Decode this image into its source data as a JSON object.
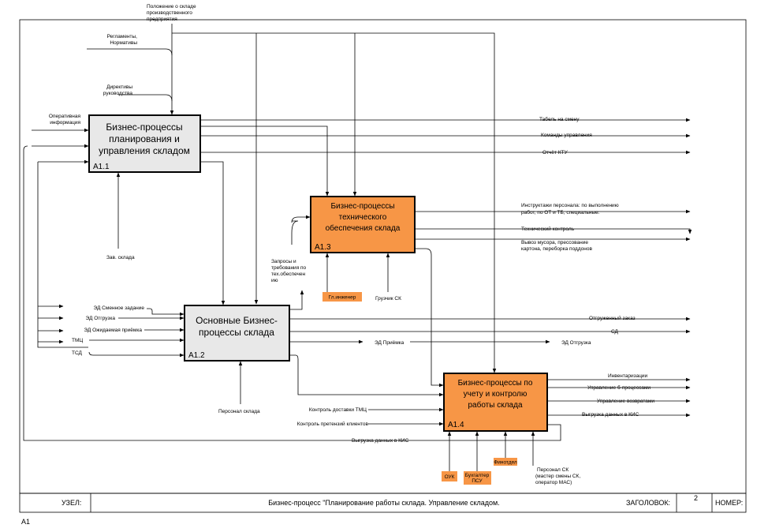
{
  "title_block": {
    "node_label": "УЗЕЛ:",
    "title": "Бизнес-процесс \"Планирование работы склада. Управление складом.",
    "heading_label": "ЗАГОЛОВОК:",
    "page_number": "2",
    "number_label": "НОМЕР:",
    "diagram_id": "A1"
  },
  "boxes": {
    "a11": {
      "lines": [
        "Бизнес-процессы",
        "планирования и",
        "управления складом"
      ],
      "code": "A1.1",
      "fill": "#e8e8e8"
    },
    "a12": {
      "lines": [
        "Основные Бизнес-",
        "процессы склада"
      ],
      "code": "A1.2",
      "fill": "#e8e8e8"
    },
    "a13": {
      "lines": [
        "Бизнес-процессы",
        "технического",
        "обеспечения склада"
      ],
      "code": "A1.3",
      "fill": "#f79646"
    },
    "a14": {
      "lines": [
        "Бизнес-процессы по",
        "учету и контролю",
        "работы склада"
      ],
      "code": "A1.4",
      "fill": "#f79646"
    }
  },
  "mechanisms": {
    "chief_engineer": "Гл.инженер",
    "ouk": "ОУК",
    "accountant": [
      "Бухгалтер",
      "ПСУ"
    ],
    "finance": "Финотдел"
  },
  "labels": {
    "warehouse_regulation": [
      "Положение о складе",
      "производственного",
      "предприятия"
    ],
    "regulations": [
      "Регламенты,",
      "Нормативы"
    ],
    "directives": [
      "Директивы",
      "руководства"
    ],
    "operational_info": [
      "Оперативная",
      "информация"
    ],
    "warehouse_head": "Зав. склада",
    "shift_timesheet": "Табель на смену",
    "control_commands": "Команды управления",
    "ktu_report": "Отчёт КТУ",
    "staff_briefings": [
      "Инструктажи персонала: по выполнению",
      "работ, по ОТ и ТБ, специальные."
    ],
    "technical_control": "Технический контроль",
    "waste_removal": [
      "Вывоз мусора, прессование",
      "картона, переборка поддонов"
    ],
    "tech_requests": [
      "Запросы и",
      "требования по",
      "тех.обеспечен",
      "ию"
    ],
    "loader": "Грузчик СК",
    "ed_shift_task": "ЭД Сменное задание",
    "ed_shipment_in": "ЭД Отгрузка",
    "ed_expected_receipt": "ЭД Ожидаемая приёмка",
    "tmc": "ТМЦ",
    "tsd": "ТСД",
    "warehouse_staff": "Персонал склада",
    "shipped_order": "Отгруженный заказ",
    "sd": "СД",
    "ed_receipt": "ЭД Приёмка",
    "ed_shipment_out": "ЭД Отгрузка",
    "inventories": "Инвентаризации",
    "bp_management": "Управление б-процессами",
    "returns_management": "Управление возвратами",
    "kis_upload": "Выгрузка данных в КИС",
    "tmc_delivery_control": "Контроль доставки ТМЦ",
    "client_claims_control": "Контроль претензий клиентов",
    "kis_upload_bottom": "Выгрузка данных в КИС",
    "staff_sk": [
      "Персонал СК",
      "(мастер смены СК,",
      "оператор МАС)"
    ]
  }
}
